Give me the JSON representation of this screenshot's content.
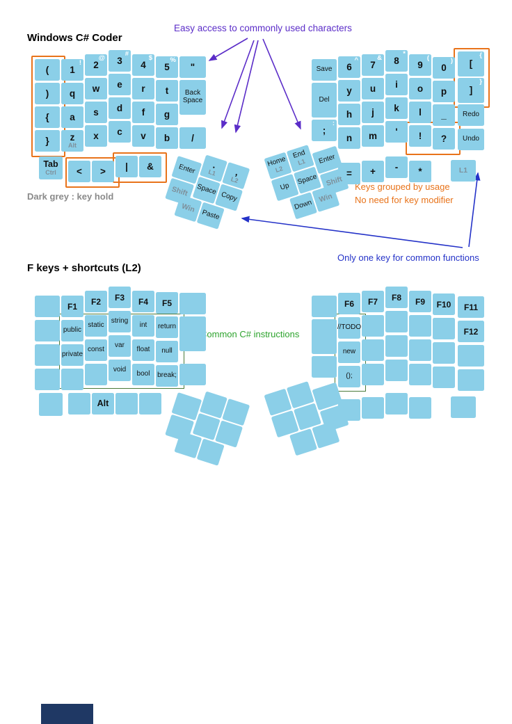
{
  "page": {
    "title_main": "Windows C# Coder",
    "title_l2": "F keys + shortcuts (L2)"
  },
  "annotations": {
    "easy_access": "Easy access to commonly used characters",
    "key_hold": "Dark grey : key hold",
    "grouped": "Keys grouped by usage",
    "no_modifier": "No need for key modifier",
    "one_key": "Only one key for common functions",
    "common_cs": "Common C# instructions"
  },
  "colors": {
    "key_blue": "#8BCFE8",
    "accent_orange": "#E8731A",
    "accent_purple": "#5B2DC8",
    "accent_blue": "#2432C8",
    "accent_green": "#2DA32D",
    "box_green": "#4A7A3A",
    "grey_hold_label": "#7E909B",
    "footer_navy": "#1F3864"
  },
  "main_left": {
    "keys": [
      {
        "label": "("
      },
      {
        "label": "1",
        "shift": "!"
      },
      {
        "label": "2",
        "shift": "@"
      },
      {
        "label": "3",
        "shift": "#"
      },
      {
        "label": "4",
        "shift": "$"
      },
      {
        "label": "5",
        "shift": "%"
      },
      {
        "label": "\""
      },
      {
        "label": ")"
      },
      {
        "label": "q"
      },
      {
        "label": "w"
      },
      {
        "label": "e"
      },
      {
        "label": "r"
      },
      {
        "label": "t"
      },
      {
        "label": "Back Space"
      },
      {
        "label": "{"
      },
      {
        "label": "a"
      },
      {
        "label": "s"
      },
      {
        "label": "d"
      },
      {
        "label": "f"
      },
      {
        "label": "g"
      },
      {
        "label": "}"
      },
      {
        "label": "z",
        "sub": "Alt"
      },
      {
        "label": "x"
      },
      {
        "label": "c"
      },
      {
        "label": "v"
      },
      {
        "label": "b"
      },
      {
        "label": "/"
      },
      {
        "label": "Tab",
        "sub": "Ctrl"
      },
      {
        "label": "<"
      },
      {
        "label": ">"
      },
      {
        "label": "|"
      },
      {
        "label": "&"
      }
    ]
  },
  "main_left_thumb": {
    "keys": [
      {
        "label": "Enter"
      },
      {
        "label": ".",
        "sub": "L1"
      },
      {
        "label": ",",
        "sub": "L2"
      },
      {
        "label": "Shift",
        "grey": true
      },
      {
        "label": "Space"
      },
      {
        "label": "Copy"
      },
      {
        "label": "Win",
        "grey": true
      },
      {
        "label": "Paste"
      }
    ]
  },
  "main_right": {
    "keys": [
      {
        "label": "Save"
      },
      {
        "label": "6",
        "shift": "^"
      },
      {
        "label": "7",
        "shift": "&"
      },
      {
        "label": "8",
        "shift": "*"
      },
      {
        "label": "9",
        "shift": "("
      },
      {
        "label": "0",
        "shift": ")"
      },
      {
        "label": "[",
        "shift": "{"
      },
      {
        "label": "Del"
      },
      {
        "label": "y"
      },
      {
        "label": "u"
      },
      {
        "label": "i"
      },
      {
        "label": "o"
      },
      {
        "label": "p"
      },
      {
        "label": "]",
        "shift": "}"
      },
      {
        "label": ";",
        "shift": ":"
      },
      {
        "label": "h"
      },
      {
        "label": "j"
      },
      {
        "label": "k"
      },
      {
        "label": "l"
      },
      {
        "label": "_"
      },
      {
        "label": "Redo"
      },
      {
        "label": "n"
      },
      {
        "label": "m"
      },
      {
        "label": "'"
      },
      {
        "label": "!"
      },
      {
        "label": "?"
      },
      {
        "label": "Undo"
      },
      {
        "label": "="
      },
      {
        "label": "+"
      },
      {
        "label": "-"
      },
      {
        "label": "*"
      },
      {
        "label": "L1",
        "grey": true
      }
    ]
  },
  "main_right_thumb": {
    "keys": [
      {
        "label": "Home",
        "sub": "L2"
      },
      {
        "label": "End",
        "sub": "L1"
      },
      {
        "label": "Enter"
      },
      {
        "label": "Up"
      },
      {
        "label": "Space"
      },
      {
        "label": "Shift",
        "grey": true
      },
      {
        "label": "Down"
      },
      {
        "label": "Win",
        "grey": true
      }
    ]
  },
  "l2_left": {
    "keys": [
      {
        "label": ""
      },
      {
        "label": ""
      },
      {
        "label": ""
      },
      {
        "label": ""
      },
      {
        "label": "F1"
      },
      {
        "label": "public"
      },
      {
        "label": "private"
      },
      {
        "label": ""
      },
      {
        "label": "F2"
      },
      {
        "label": "static"
      },
      {
        "label": "const"
      },
      {
        "label": ""
      },
      {
        "label": "F3"
      },
      {
        "label": "string"
      },
      {
        "label": "var"
      },
      {
        "label": "void"
      },
      {
        "label": "F4"
      },
      {
        "label": "int"
      },
      {
        "label": "float"
      },
      {
        "label": "bool"
      },
      {
        "label": "F5"
      },
      {
        "label": "return"
      },
      {
        "label": "null"
      },
      {
        "label": "break;"
      },
      {
        "label": ""
      },
      {
        "label": ""
      },
      {
        "label": ""
      },
      {
        "label": ""
      },
      {
        "label": ""
      },
      {
        "label": "Alt"
      },
      {
        "label": ""
      },
      {
        "label": ""
      }
    ]
  },
  "l2_left_thumb": {
    "keys": [
      {
        "label": ""
      },
      {
        "label": ""
      },
      {
        "label": ""
      },
      {
        "label": ""
      },
      {
        "label": ""
      },
      {
        "label": ""
      },
      {
        "label": ""
      },
      {
        "label": ""
      }
    ]
  },
  "l2_right": {
    "keys": [
      {
        "label": ""
      },
      {
        "label": ""
      },
      {
        "label": ""
      },
      {
        "label": "F6"
      },
      {
        "label": "//TODO"
      },
      {
        "label": "new"
      },
      {
        "label": "();"
      },
      {
        "label": "F7"
      },
      {
        "label": ""
      },
      {
        "label": ""
      },
      {
        "label": ""
      },
      {
        "label": "F8"
      },
      {
        "label": ""
      },
      {
        "label": ""
      },
      {
        "label": ""
      },
      {
        "label": "F9"
      },
      {
        "label": ""
      },
      {
        "label": ""
      },
      {
        "label": ""
      },
      {
        "label": "F10"
      },
      {
        "label": ""
      },
      {
        "label": ""
      },
      {
        "label": ""
      },
      {
        "label": "F11"
      },
      {
        "label": "F12"
      },
      {
        "label": ""
      },
      {
        "label": ""
      },
      {
        "label": ""
      },
      {
        "label": ""
      },
      {
        "label": ""
      },
      {
        "label": ""
      },
      {
        "label": ""
      }
    ]
  },
  "l2_right_thumb": {
    "keys": [
      {
        "label": ""
      },
      {
        "label": ""
      },
      {
        "label": ""
      },
      {
        "label": ""
      },
      {
        "label": ""
      },
      {
        "label": ""
      },
      {
        "label": ""
      },
      {
        "label": ""
      }
    ]
  }
}
